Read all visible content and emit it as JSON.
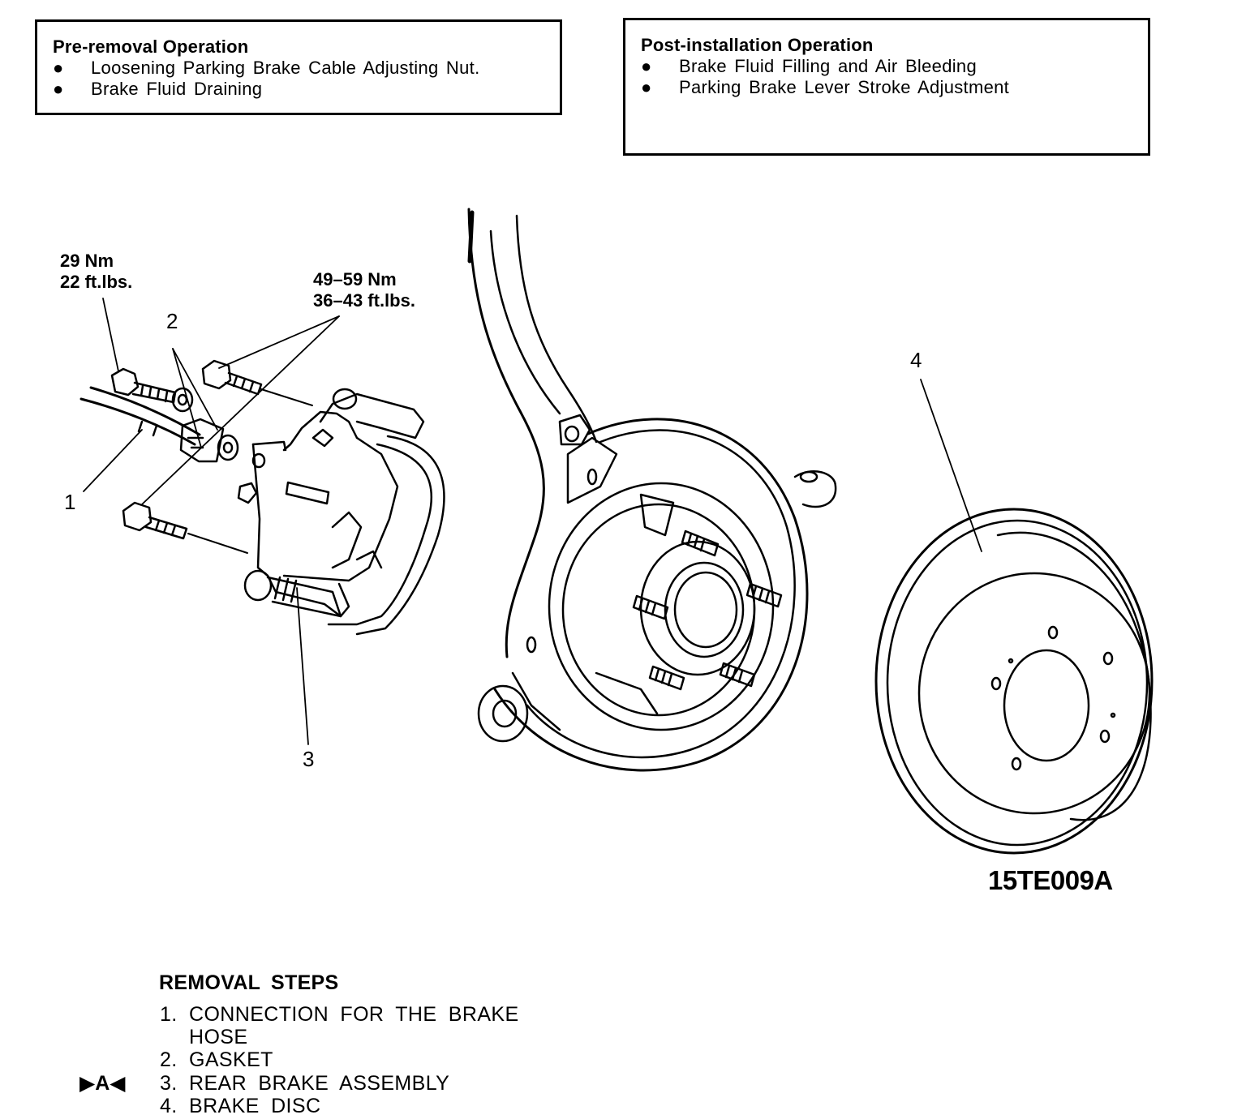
{
  "pre_removal": {
    "title": "Pre-removal Operation",
    "bullet": "●",
    "items": [
      "Loosening Parking Brake Cable Adjusting Nut.",
      "Brake Fluid Draining"
    ]
  },
  "post_installation": {
    "title": "Post-installation Operation",
    "bullet": "●",
    "items": [
      "Brake Fluid Filling and Air Bleeding",
      "Parking Brake Lever Stroke Adjustment"
    ]
  },
  "torque_specs": {
    "hose_bolt": {
      "nm": "29 Nm",
      "ftlbs": "22 ft.lbs."
    },
    "caliper_bolts": {
      "nm": "49–59 Nm",
      "ftlbs": "36–43 ft.lbs."
    }
  },
  "callouts": [
    "1",
    "2",
    "3",
    "4"
  ],
  "figure_id": "15TE009A",
  "removal": {
    "title": "REMOVAL STEPS",
    "marker": "▶A◀",
    "steps": [
      {
        "num": "1.",
        "text": "CONNECTION FOR THE BRAKE",
        "cont": "HOSE"
      },
      {
        "num": "2.",
        "text": "GASKET"
      },
      {
        "num": "3.",
        "text": "REAR BRAKE ASSEMBLY"
      },
      {
        "num": "4.",
        "text": "BRAKE DISC"
      }
    ]
  }
}
